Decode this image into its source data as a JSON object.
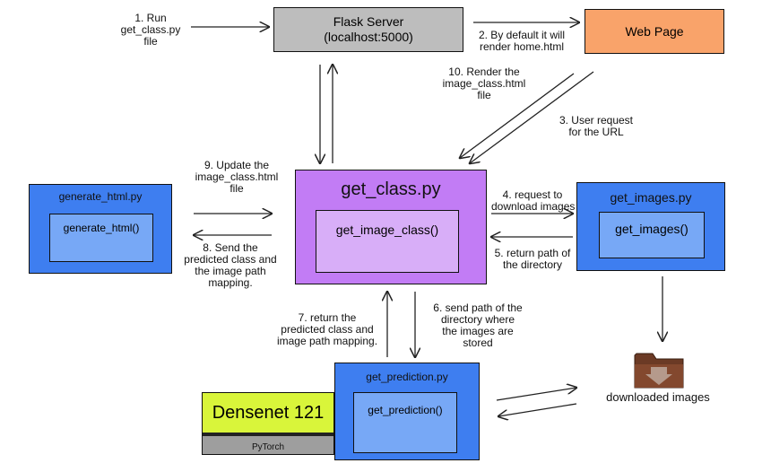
{
  "nodes": {
    "flask_server": {
      "title": "Flask Server",
      "subtitle": "(localhost:5000)"
    },
    "web_page": {
      "title": "Web Page"
    },
    "get_class": {
      "title": "get_class.py",
      "func": "get_image_class()"
    },
    "generate_html": {
      "title": "generate_html.py",
      "func": "generate_html()"
    },
    "get_images": {
      "title": "get_images.py",
      "func": "get_images()"
    },
    "get_prediction": {
      "title": "get_prediction.py",
      "func": "get_prediction()"
    },
    "densenet": {
      "title": "Densenet 121",
      "footer": "PyTorch"
    },
    "downloaded": {
      "label": "downloaded images"
    }
  },
  "steps": [
    "1. Run\nget_class.py\nfile",
    "2. By default it will\nrender home.html",
    "3. User request\nfor the URL",
    "4. request to\ndownload images",
    "5. return path of\nthe directory",
    "6. send path of the\ndirectory where\nthe images are\nstored",
    "7. return the\npredicted class and\nimage path mapping.",
    "8. Send the\npredicted class and\nthe image path\nmapping.",
    "9. Update the\nimage_class.html\nfile",
    "10. Render the\nimage_class.html\nfile"
  ],
  "colors": {
    "server": "#bdbdbd",
    "web": "#f9a36a",
    "class_outer": "#c27cf5",
    "class_inner": "#d8aef8",
    "blue_outer": "#3e7ef0",
    "blue_inner": "#77a8f6",
    "dense_top": "#d9f53a",
    "dense_bottom": "#9e9e9e",
    "folder": "#6b3a25"
  }
}
